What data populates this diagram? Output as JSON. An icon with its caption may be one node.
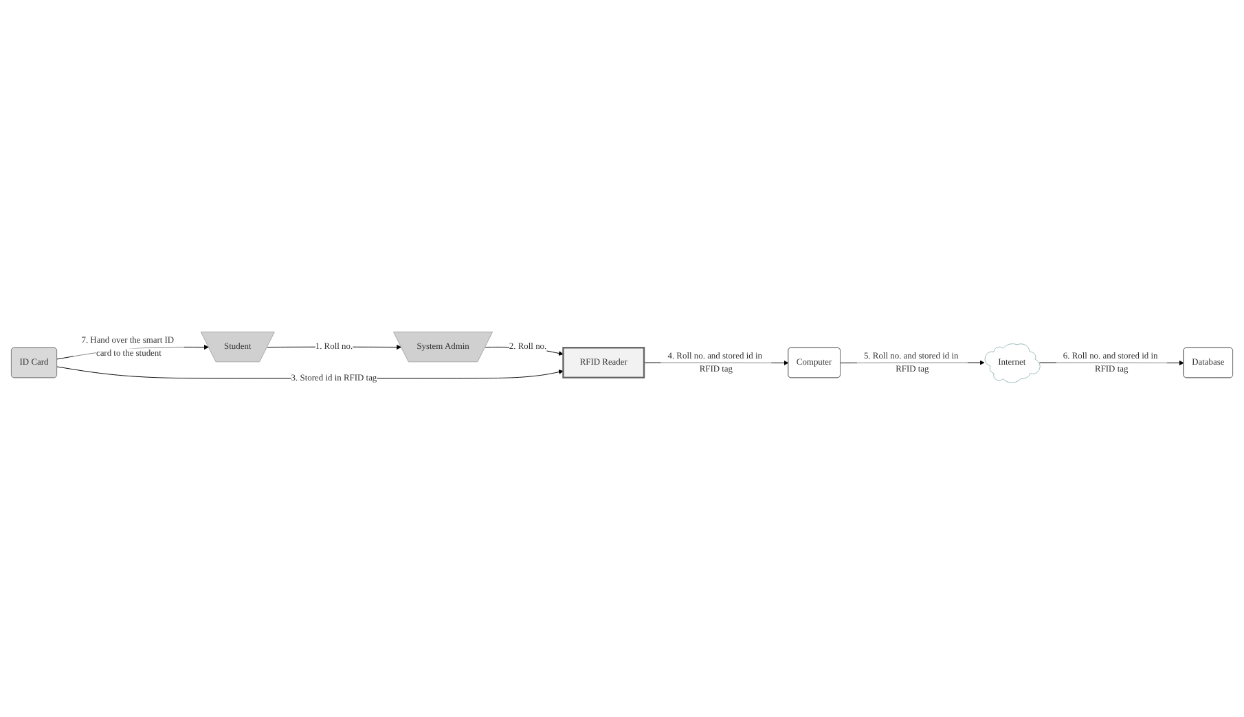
{
  "diagram": {
    "nodes": [
      {
        "text": [
          "ID Card"
        ]
      },
      {
        "text": [
          "RFID Reader"
        ]
      },
      {
        "text": [
          "Computer"
        ]
      },
      {
        "text": [
          "Internet"
        ]
      },
      {
        "text": [
          "Database"
        ]
      },
      {
        "text": [
          "Student"
        ]
      },
      {
        "text": [
          "System Admin"
        ]
      }
    ],
    "edges": [
      {
        "from": 5,
        "to": 6,
        "arrow": "to",
        "label": "1. Roll no."
      },
      {
        "from": 6,
        "to": 1,
        "arrow": "to",
        "label": "2. Roll no."
      },
      {
        "from": 0,
        "to": 1,
        "arrow": "to",
        "label": "3. Stored id in RFID tag"
      },
      {
        "from": 1,
        "to": 2,
        "arrow": "to",
        "label": "4. Roll no. and stored id in RFID tag"
      },
      {
        "from": 2,
        "to": 3,
        "arrow": "to",
        "label": "5. Roll no. and stored id in RFID tag"
      },
      {
        "from": 3,
        "to": 4,
        "arrow": "to",
        "label": "6. Roll no. and stored id in RFID tag"
      },
      {
        "from": 0,
        "to": 5,
        "arrow": "to",
        "label": "7. Hand over the smart ID card to the student"
      }
    ]
  }
}
